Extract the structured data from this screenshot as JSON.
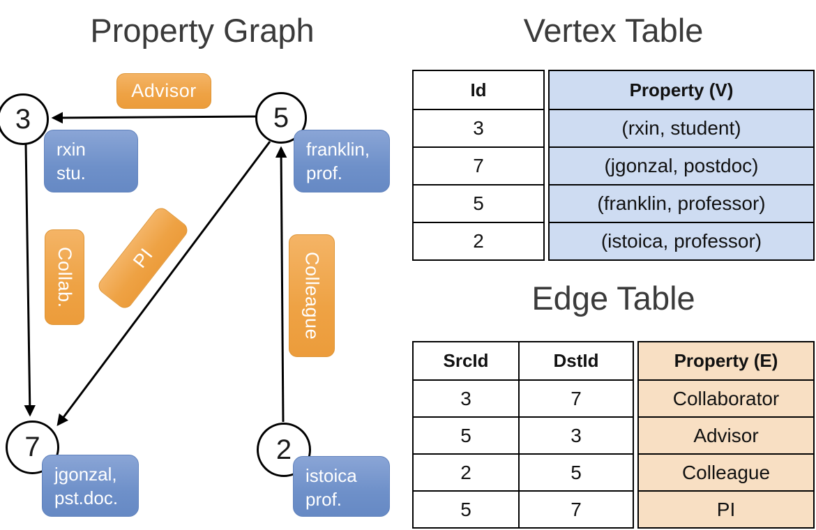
{
  "titles": {
    "property_graph": "Property Graph",
    "vertex_table": "Vertex Table",
    "edge_table": "Edge Table"
  },
  "graph": {
    "nodes": [
      {
        "id": "3",
        "property_lines": [
          "rxin",
          "stu."
        ]
      },
      {
        "id": "5",
        "property_lines": [
          "franklin,",
          "prof."
        ]
      },
      {
        "id": "7",
        "property_lines": [
          "jgonzal,",
          "pst.doc."
        ]
      },
      {
        "id": "2",
        "property_lines": [
          "istoica",
          "prof."
        ]
      }
    ],
    "edge_labels": {
      "advisor": "Advisor",
      "collab": "Collab.",
      "pi": "PI",
      "colleague": "Colleague"
    }
  },
  "vertex_table": {
    "headers": [
      "Id",
      "Property (V)"
    ],
    "rows": [
      [
        "3",
        "(rxin, student)"
      ],
      [
        "7",
        "(jgonzal, postdoc)"
      ],
      [
        "5",
        "(franklin, professor)"
      ],
      [
        "2",
        "(istoica, professor)"
      ]
    ]
  },
  "edge_table": {
    "headers": [
      "SrcId",
      "DstId",
      "Property (E)"
    ],
    "rows": [
      [
        "3",
        "7",
        "Collaborator"
      ],
      [
        "5",
        "3",
        "Advisor"
      ],
      [
        "2",
        "5",
        "Colleague"
      ],
      [
        "5",
        "7",
        "PI"
      ]
    ]
  },
  "colors": {
    "edge_label_fill": "#EEA244",
    "vertex_label_fill": "#7090C9",
    "vertex_table_column_fill": "#CEDCF2",
    "edge_table_column_fill": "#F8DFC3"
  }
}
